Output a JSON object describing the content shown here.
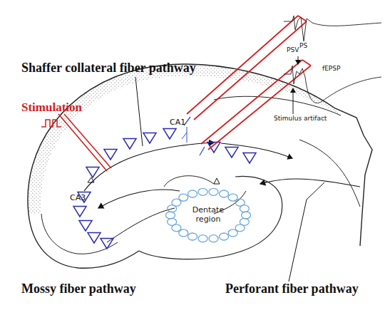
{
  "diagram": {
    "nodes": [
      {
        "text": [
          "Dentate region"
        ]
      }
    ],
    "labels": [
      "Shaffer collateral fiber pathway",
      "Stimulation",
      "CA1",
      "CA3",
      "Mossy fiber pathway",
      "Perforant fiber pathway",
      "PS",
      "PSV",
      "fEPSP",
      "Stimulus artifact"
    ]
  }
}
